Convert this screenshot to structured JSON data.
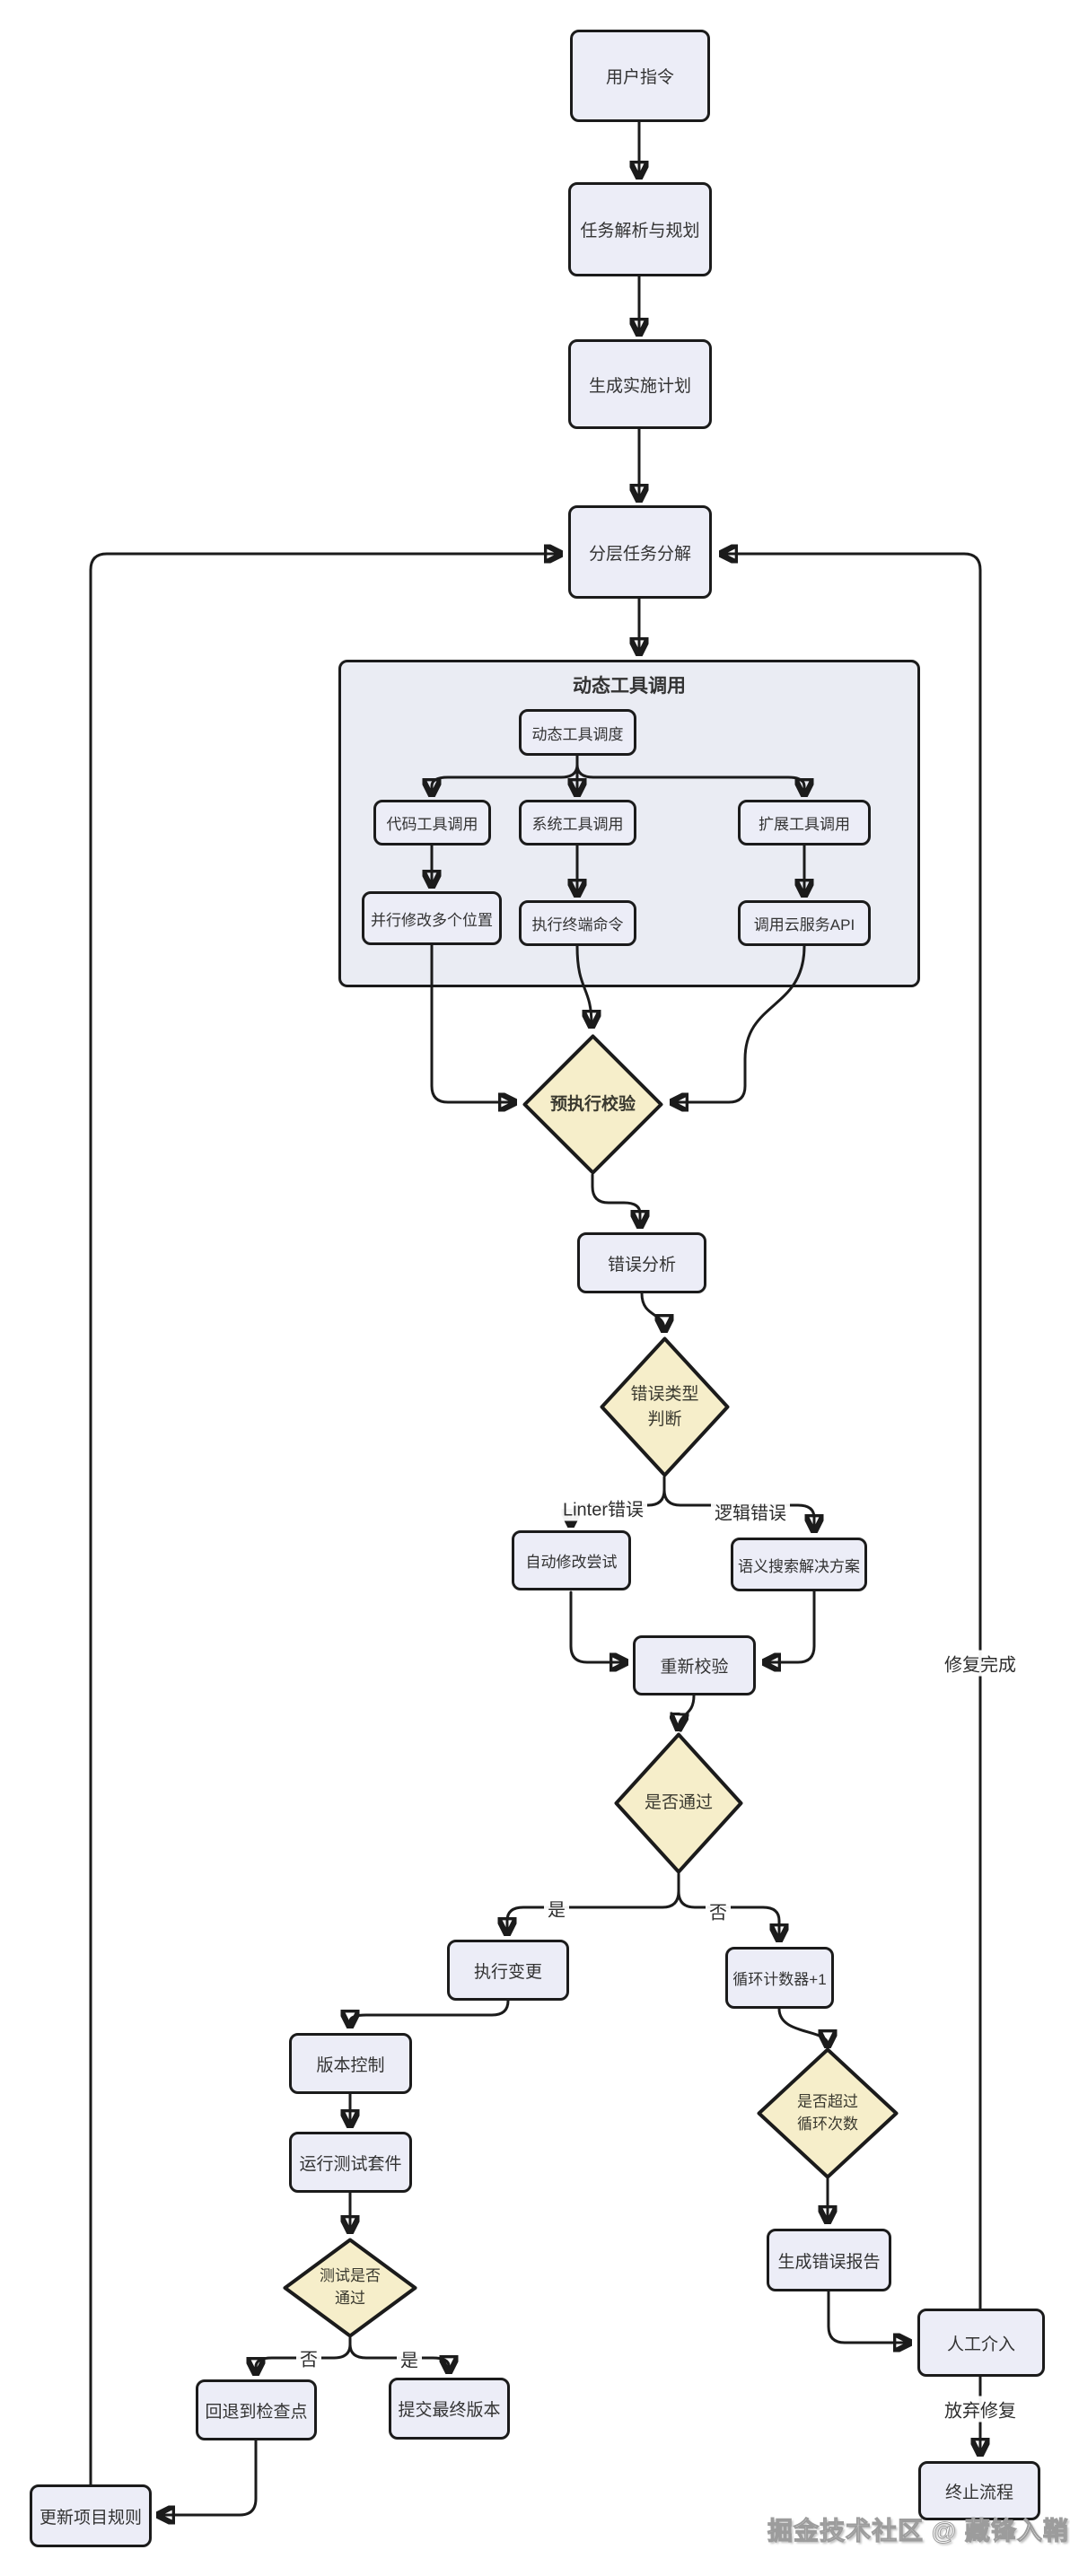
{
  "palette": {
    "node_fill": "#ecedf7",
    "node_border": "#1b1b1b",
    "container_fill": "#eaecf3",
    "diamond_fill": "#f6eeca",
    "line": "#1b1b1b",
    "text": "#333333",
    "label_text": "#2d2d2d"
  },
  "container": {
    "title": "动态工具调用"
  },
  "nodes": {
    "user_command": "用户指令",
    "task_parse": "任务解析与规划",
    "gen_plan": "生成实施计划",
    "task_decompose": "分层任务分解",
    "tool_schedule": "动态工具调度",
    "code_tool": "代码工具调用",
    "sys_tool": "系统工具调用",
    "ext_tool": "扩展工具调用",
    "parallel_edit": "并行修改多个位置",
    "term_cmd": "执行终端命令",
    "cloud_api": "调用云服务API",
    "pre_check": "预执行校验",
    "err_analysis": "错误分析",
    "err_type": "错误类型\n判断",
    "auto_fix": "自动修改尝试",
    "semantic_search": "语义搜索解决方案",
    "recheck": "重新校验",
    "pass_check": "是否通过",
    "exec_change": "执行变更",
    "loop_counter": "循环计数器+1",
    "version_ctrl": "版本控制",
    "run_tests": "运行测试套件",
    "test_pass": "测试是否\n通过",
    "rollback": "回退到检查点",
    "commit_final": "提交最终版本",
    "loop_exceed": "是否超过\n循环次数",
    "err_report": "生成错误报告",
    "human": "人工介入",
    "update_rules": "更新项目规则",
    "terminate": "终止流程"
  },
  "edges": {
    "linter": "Linter错误",
    "logic": "逻辑错误",
    "pass_yes": "是",
    "pass_no": "否",
    "test_no": "否",
    "test_yes": "是",
    "fix_done": "修复完成",
    "abandon": "放弃修复"
  },
  "watermark": "掘金技术社区 @ 藏锋入鞘"
}
